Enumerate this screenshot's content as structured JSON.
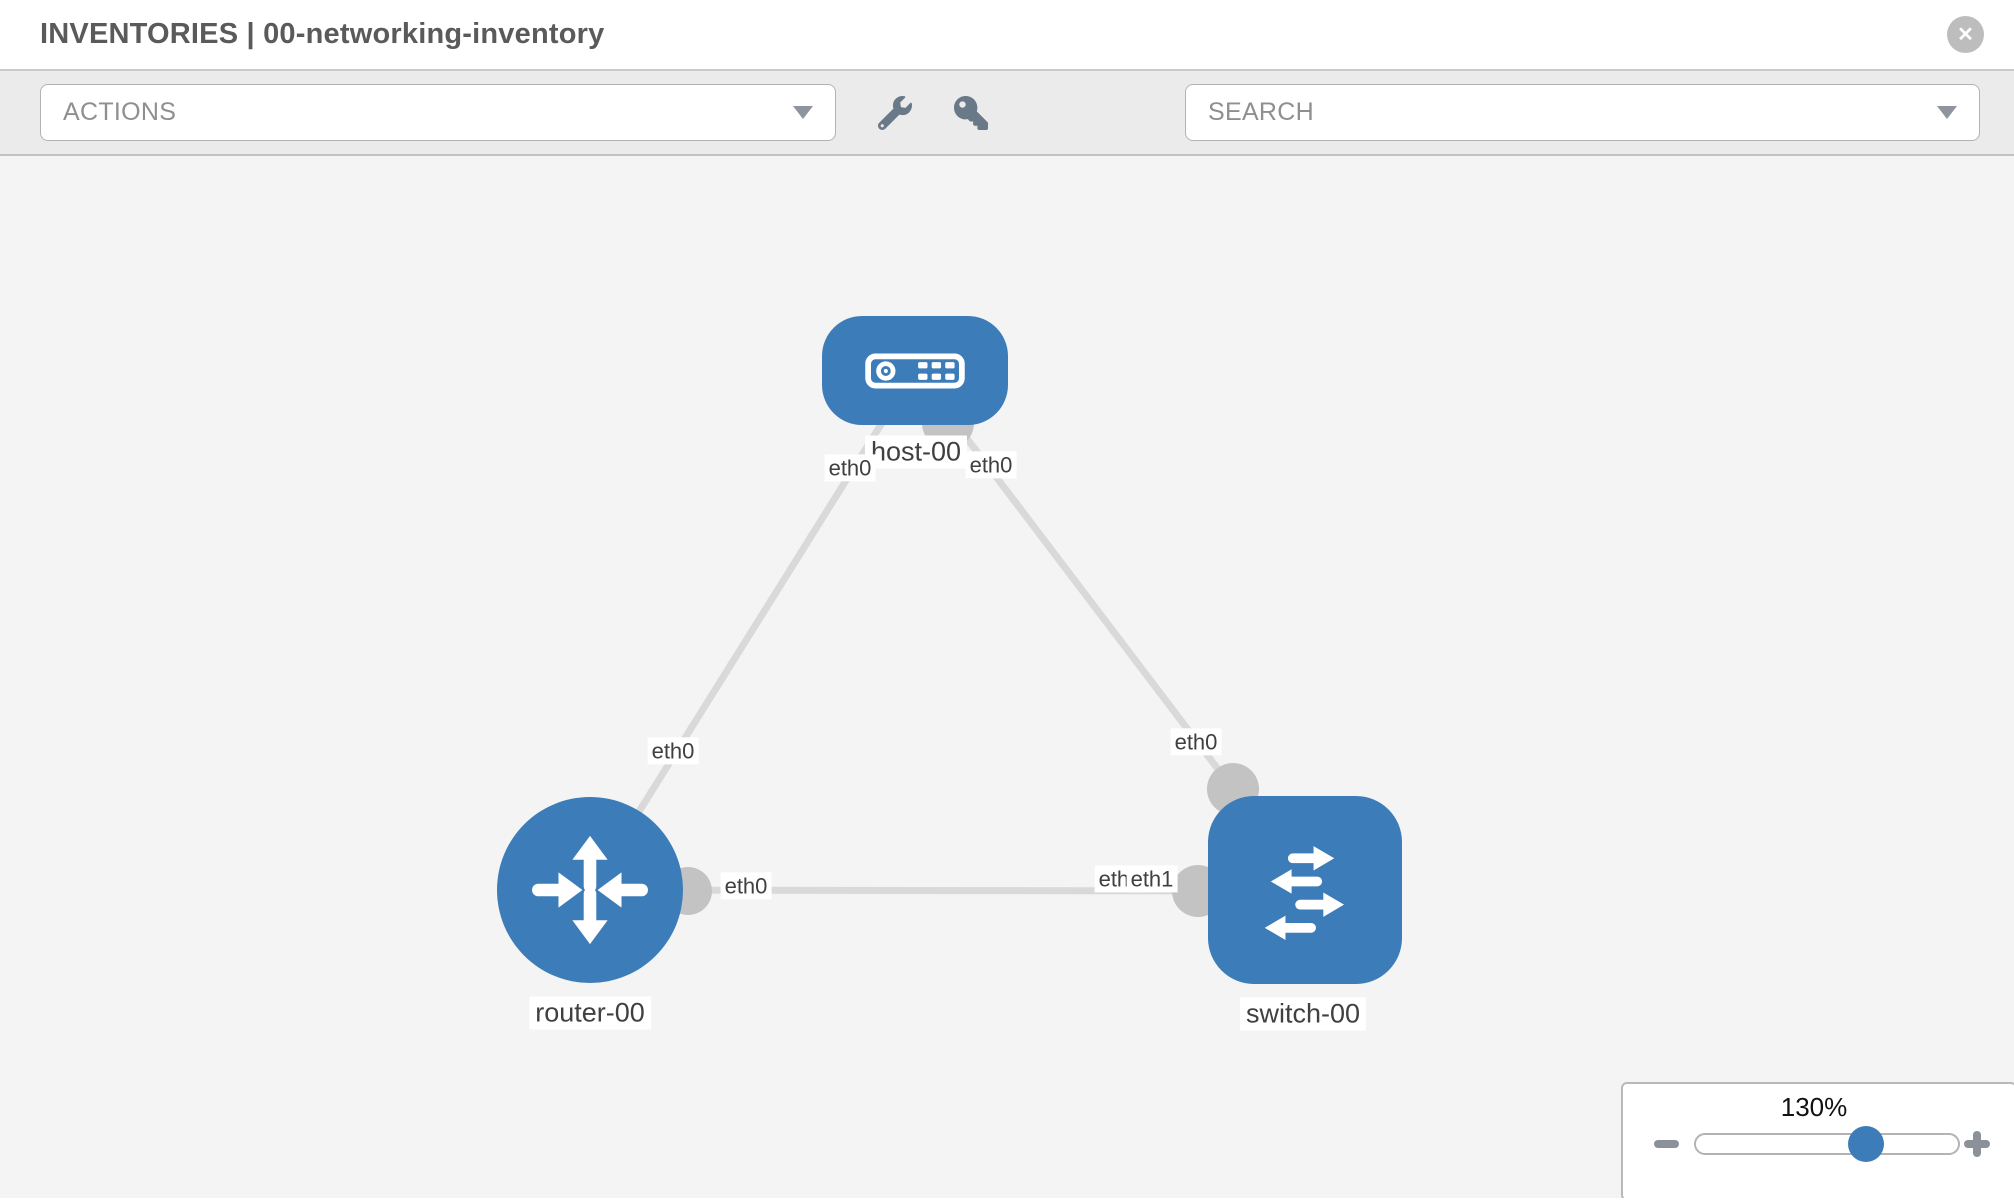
{
  "header": {
    "title": "INVENTORIES | 00-networking-inventory",
    "close_icon": "✕"
  },
  "toolbar": {
    "actions_dropdown": {
      "label": "ACTIONS"
    },
    "search_dropdown": {
      "label": "SEARCH"
    }
  },
  "topology": {
    "nodes": [
      {
        "label": "host-00",
        "type": "host"
      },
      {
        "label": "router-00",
        "type": "router"
      },
      {
        "label": "switch-00",
        "type": "switch"
      }
    ],
    "links": [
      {
        "from": "host-00",
        "to": "router-00"
      },
      {
        "from": "host-00",
        "to": "switch-00"
      },
      {
        "from": "router-00",
        "to": "switch-00"
      }
    ],
    "interface_labels": [
      {
        "text": "eth0",
        "position": "host-bottom-left"
      },
      {
        "text": "eth0",
        "position": "host-bottom-right"
      },
      {
        "text": "eth0",
        "position": "link-host-router"
      },
      {
        "text": "eth0",
        "position": "link-host-switch"
      },
      {
        "text": "eth0",
        "position": "link-router-switch-near-router"
      },
      {
        "text": "eth0",
        "position": "link-router-switch-near-switch-under"
      },
      {
        "text": "eth1",
        "position": "link-router-switch-near-switch"
      }
    ]
  },
  "zoom_control": {
    "level": "130%"
  },
  "icons": {
    "close": "circle-x",
    "wrench": "wrench",
    "key": "key",
    "actions_caret": "triangle-down",
    "search_caret": "triangle-down",
    "host": "server",
    "router": "four-way-arrows",
    "switch": "switch-arrows",
    "zoom_out": "minus",
    "zoom_in": "plus"
  },
  "colors": {
    "node_blue": "#3c7cb8",
    "link_gray": "#d9d9d9",
    "connector_gray": "#c3c3c3",
    "toolbar_icon_gray": "#6a7987",
    "canvas_bg": "#f4f4f4",
    "toolbar_bg": "#ebebeb"
  }
}
